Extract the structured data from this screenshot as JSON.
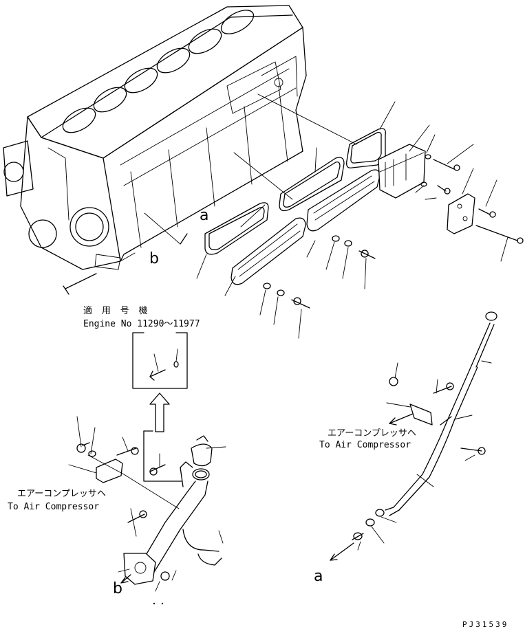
{
  "serial_label": "Engine No 11290～11977",
  "applicable_label_jp": "適 用 号 機",
  "compressor_label_jp": "エアーコンプレッサヘ",
  "compressor_label_en": "To Air Compressor",
  "callout_a": "a",
  "callout_b": "b",
  "drawing_number": "PJ31539"
}
